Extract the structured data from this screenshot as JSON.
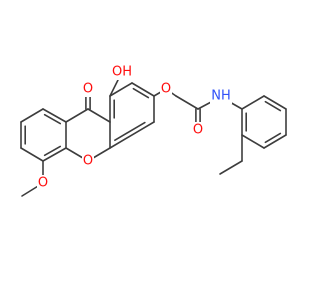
{
  "colors": {
    "bond": "#3d3d3d",
    "oxygen": "#ff0d0d",
    "nitrogen": "#3050f8",
    "background": "#ffffff"
  },
  "molecule": {
    "labels": {
      "carbonyl_oxygen": "O",
      "hydroxyl": "OH",
      "ring_oxygen": "O",
      "methoxy_oxygen": "O",
      "ether_oxygen": "O",
      "amide_oxygen": "O",
      "amide_nh": "NH"
    }
  }
}
